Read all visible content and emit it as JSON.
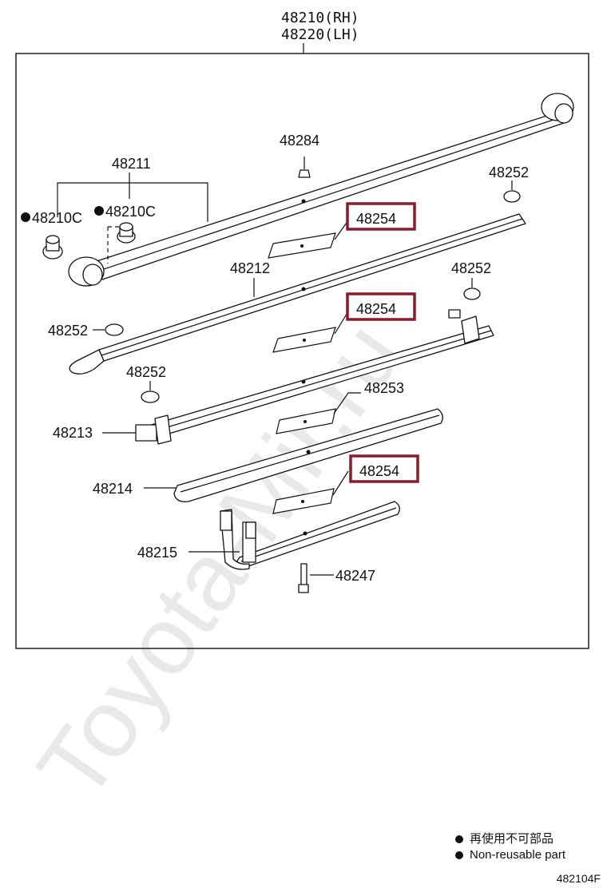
{
  "header": {
    "rh": "48210(RH)",
    "lh": "48220(LH)"
  },
  "labels": {
    "p48284": "48284",
    "p48211": "48211",
    "p48252_a": "48252",
    "p48210c_a": "48210C",
    "p48210c_b": "48210C",
    "p48254_a": "48254",
    "p48212": "48212",
    "p48252_b": "48252",
    "p48252_c": "48252",
    "p48254_b": "48254",
    "p48252_d": "48252",
    "p48253": "48253",
    "p48213": "48213",
    "p48254_c": "48254",
    "p48214": "48214",
    "p48215": "48215",
    "p48247": "48247"
  },
  "highlight_color": "#8b1a2c",
  "legend": {
    "line_cn": "再使用不可部品",
    "line_en": "Non-reusable part"
  },
  "diagram_code": "482104F",
  "watermark": "Toyota-Mir.ru"
}
